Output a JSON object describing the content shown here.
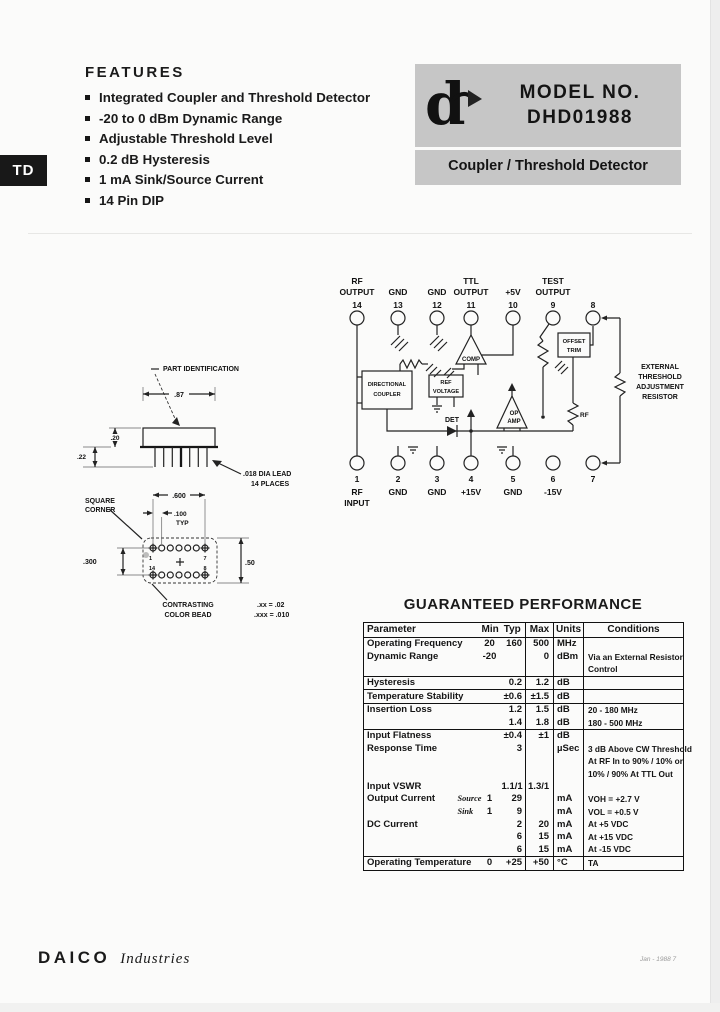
{
  "page": {
    "tab_label": "TD"
  },
  "features": {
    "title": "FEATURES",
    "items": [
      "Integrated Coupler and Threshold Detector",
      "-20 to 0 dBm Dynamic Range",
      "Adjustable Threshold Level",
      "0.2 dB Hysteresis",
      "1 mA Sink/Source Current",
      "14 Pin DIP"
    ]
  },
  "model_box": {
    "bg": "#c6c6c6",
    "logo_letter": "d",
    "label": "MODEL NO.",
    "number": "DHD01988",
    "subtitle": "Coupler / Threshold Detector"
  },
  "schematic": {
    "top_pins": [
      {
        "num": "14",
        "l1": "RF",
        "l2": "OUTPUT"
      },
      {
        "num": "13",
        "l2": "GND"
      },
      {
        "num": "12",
        "l2": "GND"
      },
      {
        "num": "11",
        "l1": "TTL",
        "l2": "OUTPUT"
      },
      {
        "num": "10",
        "l2": "+5V"
      },
      {
        "num": "9",
        "l1": "TEST",
        "l2": "OUTPUT"
      },
      {
        "num": "8"
      }
    ],
    "bottom_pins": [
      {
        "num": "1",
        "l1": "RF",
        "l2": "INPUT"
      },
      {
        "num": "2",
        "l1": "GND"
      },
      {
        "num": "3",
        "l1": "GND"
      },
      {
        "num": "4",
        "l1": "+15V"
      },
      {
        "num": "5",
        "l1": "GND"
      },
      {
        "num": "6",
        "l1": "-15V"
      },
      {
        "num": "7"
      }
    ],
    "coupler_l1": "DIRECTIONAL",
    "coupler_l2": "COUPLER",
    "ref_l1": "REF",
    "ref_l2": "VOLTAGE",
    "comp": "COMP",
    "offset_l1": "OFFSET",
    "offset_l2": "TRIM",
    "opamp_l1": "OP",
    "opamp_l2": "AMP",
    "det": "DET",
    "rf": "RF",
    "ext_l1": "EXTERNAL",
    "ext_l2": "THRESHOLD",
    "ext_l3": "ADJUSTMENT",
    "ext_l4": "RESISTOR"
  },
  "pkg": {
    "part_id": "PART IDENTIFICATION",
    "dim_width": ".87",
    "dim_body": ".20",
    "dim_lead": ".22",
    "lead_l1": ".018 DIA LEAD",
    "lead_l2": "14 PLACES",
    "sq_l1": "SQUARE",
    "sq_l2": "CORNER",
    "dim_600": ".600",
    "dim_100": ".100",
    "typ": "TYP",
    "dim_300": ".300",
    "dim_50": ".50",
    "pin1": "1",
    "pin7": "7",
    "pin14": "14",
    "pin8": "8",
    "bead_l1": "CONTRASTING",
    "bead_l2": "COLOR BEAD",
    "tol1": ".xx = .02",
    "tol2": ".xxx = .010"
  },
  "performance": {
    "title": "GUARANTEED PERFORMANCE",
    "headers": {
      "parameter": "Parameter",
      "min": "Min",
      "typ": "Typ",
      "max": "Max",
      "units": "Units",
      "conditions": "Conditions"
    },
    "rows": [
      {
        "param": "Operating Frequency",
        "min": "20",
        "typ": "160",
        "max": "500",
        "units": "MHz",
        "cond": ""
      },
      {
        "param": "Dynamic Range",
        "min": "-20",
        "typ": "",
        "max": "0",
        "units": "dBm",
        "cond": "Via an External Resistor"
      },
      {
        "cond": "Control"
      },
      {
        "param": "Hysteresis",
        "typ": "0.2",
        "max": "1.2",
        "units": "dB"
      },
      {
        "param": "Temperature Stability",
        "typ": "±0.6",
        "max": "±1.5",
        "units": "dB"
      },
      {
        "param": "Insertion Loss",
        "typ": "1.2",
        "max": "1.5",
        "units": "dB",
        "cond": "20 - 180 MHz"
      },
      {
        "typ": "1.4",
        "max": "1.8",
        "units": "dB",
        "cond": "180 - 500 MHz"
      },
      {
        "param": "Input Flatness",
        "typ": "±0.4",
        "max": "±1",
        "units": "dB"
      },
      {
        "param": "Response Time",
        "typ": "3",
        "units": "µSec",
        "cond": "3 dB Above CW Threshold"
      },
      {
        "cond": "At RF In to 90% / 10% or"
      },
      {
        "cond": "10% / 90% At TTL Out"
      },
      {
        "param": "Input VSWR",
        "typ": "1.1/1",
        "max": "1.3/1"
      },
      {
        "param": "Output Current",
        "sub": "Source",
        "min": "1",
        "typ": "29",
        "units": "mA",
        "cond": "VOH = +2.7 V"
      },
      {
        "sub": "Sink",
        "min": "1",
        "typ": "9",
        "units": "mA",
        "cond": "VOL = +0.5 V"
      },
      {
        "param": "DC Current",
        "typ": "2",
        "max": "20",
        "units": "mA",
        "cond": "At +5 VDC"
      },
      {
        "typ": "6",
        "max": "15",
        "units": "mA",
        "cond": "At +15 VDC"
      },
      {
        "typ": "6",
        "max": "15",
        "units": "mA",
        "cond": "At -15 VDC"
      },
      {
        "param": "Operating Temperature",
        "min": "0",
        "typ": "+25",
        "max": "+50",
        "units": "°C",
        "cond": "TA"
      }
    ]
  },
  "footer": {
    "brand": "DAICO",
    "brand2": "Industries",
    "ref": "Jan - 1988  7"
  }
}
